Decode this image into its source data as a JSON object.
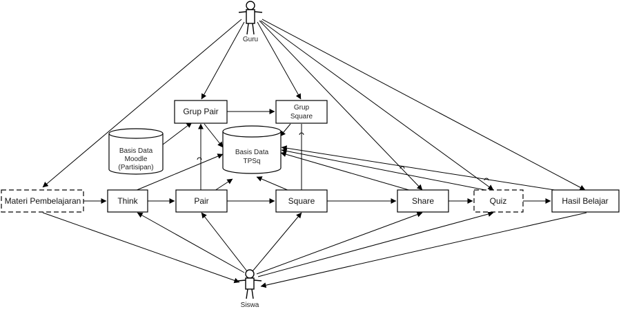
{
  "actors": {
    "guru": "Guru",
    "siswa": "Siswa"
  },
  "processes": {
    "materi": "Materi Pembelajaran",
    "think": "Think",
    "pair": "Pair",
    "square": "Square",
    "share": "Share",
    "quiz": "Quiz",
    "hasil": "Hasil Belajar",
    "grup_pair": "Grup Pair",
    "grup_square_line1": "Grup",
    "grup_square_line2": "Square"
  },
  "datastores": {
    "moodle_line1": "Basis Data",
    "moodle_line2": "Moodle",
    "moodle_line3": "(Partisipan)",
    "tpsq_line1": "Basis Data",
    "tpsq_line2": "TPSq"
  }
}
